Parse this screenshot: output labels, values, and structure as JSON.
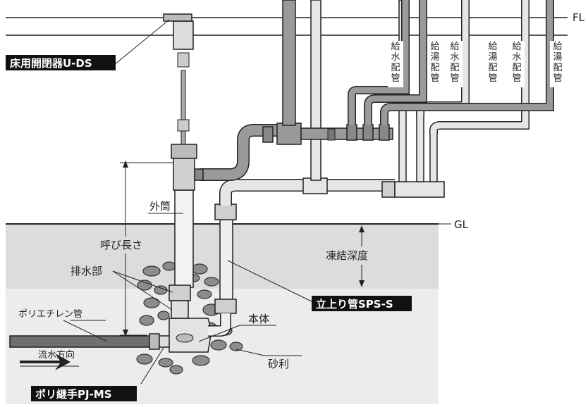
{
  "labels": {
    "fl": "FL",
    "gl": "GL",
    "floor_valve": "床用開閉器U-DS",
    "outer_tube": "外筒",
    "nominal_length": "呼び長さ",
    "drain": "排水部",
    "freeze_depth": "凍結深度",
    "riser": "立上り管SPS-S",
    "poly_pipe": "ポリエチレン管",
    "flow_direction": "流水方向",
    "body": "本体",
    "gravel": "砂利",
    "poly_joint": "ポリ継手PJ-MS"
  },
  "vertical_labels": [
    {
      "text": "給水配管"
    },
    {
      "text": "給湯配管"
    },
    {
      "text": "給水配管"
    },
    {
      "text": "給湯配管"
    },
    {
      "text": "給水配管"
    },
    {
      "text": "給湯配管"
    }
  ],
  "colors": {
    "ground_upper": "#dcdcdc",
    "ground_lower": "#ececec",
    "pipe_dark": "#9a9a9a",
    "pipe_light": "#e6e6e6",
    "label_box": "#111111",
    "outline": "#222222"
  }
}
